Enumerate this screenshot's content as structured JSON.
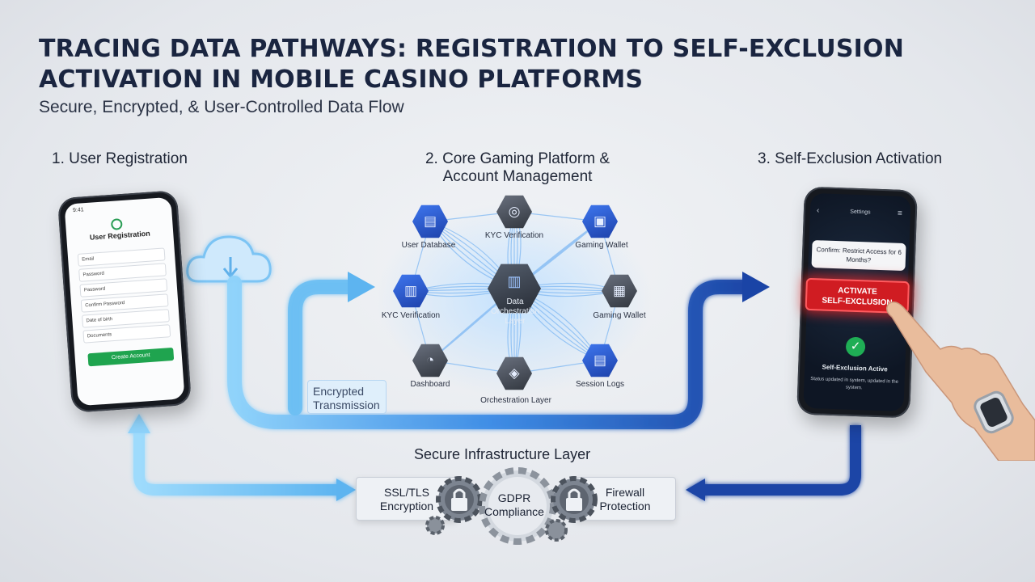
{
  "header": {
    "title": "TRACING DATA PATHWAYS: REGISTRATION TO SELF-EXCLUSION ACTIVATION IN MOBILE CASINO PLATFORMS",
    "subtitle": "Secure, Encrypted, & User-Controlled Data Flow"
  },
  "steps": {
    "registration": {
      "title": "1. User Registration",
      "phone": {
        "status_time": "9:41",
        "heading": "User Registration",
        "fields": [
          "Email",
          "Password",
          "Password",
          "Confirm Password",
          "Date of birth",
          "Documents"
        ],
        "button_label": "Create Account"
      }
    },
    "platform": {
      "title_line1": "2. Core Gaming Platform &",
      "title_line2": "Account Management",
      "nodes": [
        {
          "label": "User Database",
          "icon": "database-icon",
          "glyph": "▤"
        },
        {
          "label": "KYC Verification",
          "icon": "fingerprint-icon",
          "glyph": "◎"
        },
        {
          "label": "Gaming Wallet",
          "icon": "wallet-icon",
          "glyph": "▣"
        },
        {
          "label": "KYC Verification",
          "icon": "document-check-icon",
          "glyph": "▥"
        },
        {
          "label": "Gaming Wallet",
          "icon": "wallet-icon",
          "glyph": "▦"
        },
        {
          "label": "Dashboard",
          "icon": "dashboard-icon",
          "glyph": "◔"
        },
        {
          "label": "Orchestration Layer",
          "icon": "layers-icon",
          "glyph": "◈"
        },
        {
          "label": "Session Logs",
          "icon": "logs-icon",
          "glyph": "▤"
        }
      ],
      "center": {
        "label_line1": "Data",
        "label_line2": "Orchestration Layer",
        "icon": "server-icon",
        "glyph": "▥"
      }
    },
    "self_exclusion": {
      "title": "3. Self-Exclusion Activation",
      "phone": {
        "header": "Settings",
        "confirm_text": "Confirm: Restrict Access for 6 Months?",
        "button_line1": "ACTIVATE",
        "button_line2": "SELF-EXCLUSION",
        "status": "Self-Exclusion Active",
        "note": "Status updated in system, updated in the system."
      }
    }
  },
  "encrypted_label": "Encrypted Transmission",
  "infrastructure": {
    "title": "Secure Infrastructure Layer",
    "items": [
      {
        "line1": "SSL/TLS",
        "line2": "Encryption"
      },
      {
        "line1": "GDPR",
        "line2": "Compliance"
      },
      {
        "line1": "Firewall",
        "line2": "Protection"
      }
    ]
  },
  "colors": {
    "light_blue": "#6fc2f5",
    "mid_blue": "#2f7fe0",
    "dark_blue": "#1a44a6",
    "alert_red": "#d01c22",
    "success_green": "#1fae55"
  }
}
